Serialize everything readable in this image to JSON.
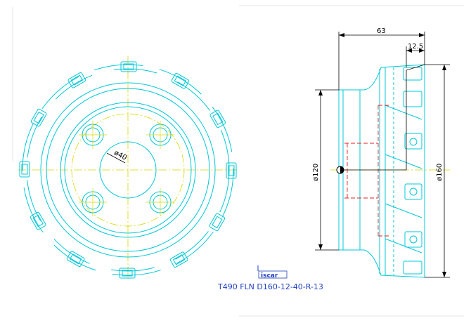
{
  "drawing": {
    "model_code": "T490 FLN D160-12-40-R-13",
    "logo_text": "iscar",
    "front_view": {
      "bore_label": "ø40"
    },
    "side_view": {
      "dim_total_height": "63",
      "dim_insert_height": "12.5",
      "dim_hub_diameter": "ø120",
      "dim_outer_diameter": "ø160"
    }
  },
  "colors": {
    "outline": "#00c8d8",
    "centerline": "#d8d800",
    "dimension": "#000000",
    "hidden": "#e02020",
    "caption": "#1f3fbf"
  }
}
